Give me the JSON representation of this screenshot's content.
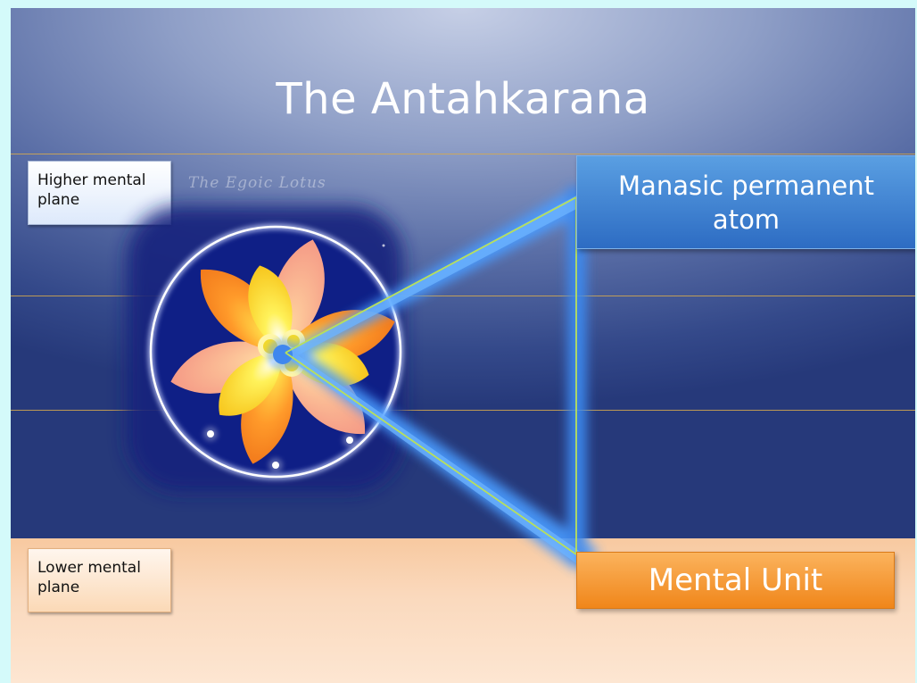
{
  "title": "The Antahkarana",
  "planes": {
    "higher": "Higher mental plane",
    "lower": "Lower mental plane"
  },
  "image_caption": "The Egoic Lotus",
  "labels": {
    "manasic_atom": "Manasic permanent atom",
    "mental_unit": "Mental Unit"
  },
  "colors": {
    "upper_bg": "#3c5194",
    "lower_bg": "#fad7b8",
    "plane_line": "#d6a94e",
    "manasic_box": "#3f84d6",
    "mental_unit_box": "#f59a33",
    "connector_line": "#b8e05a"
  }
}
